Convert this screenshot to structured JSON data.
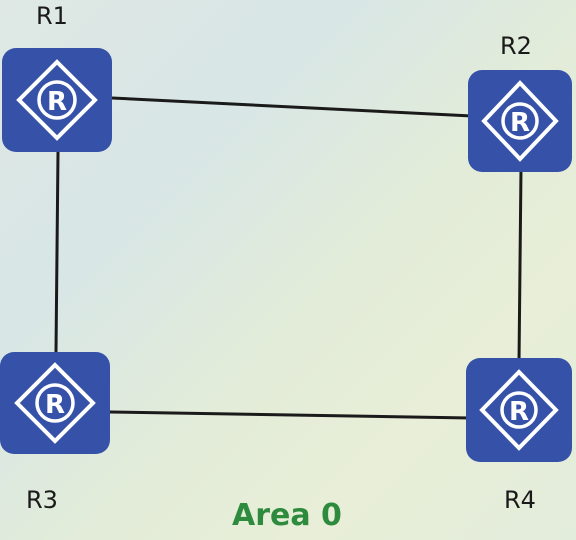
{
  "routers": [
    {
      "id": "r1",
      "label": "R1",
      "glyph": "R"
    },
    {
      "id": "r2",
      "label": "R2",
      "glyph": "R"
    },
    {
      "id": "r3",
      "label": "R3",
      "glyph": "R"
    },
    {
      "id": "r4",
      "label": "R4",
      "glyph": "R"
    }
  ],
  "links": [
    {
      "from": "r1",
      "to": "r2"
    },
    {
      "from": "r2",
      "to": "r4"
    },
    {
      "from": "r4",
      "to": "r3"
    },
    {
      "from": "r3",
      "to": "r1"
    }
  ],
  "area": {
    "label": "Area 0",
    "color": "#2e8b3e"
  },
  "colors": {
    "router": "#3552a8",
    "link": "#1a1a1a"
  }
}
